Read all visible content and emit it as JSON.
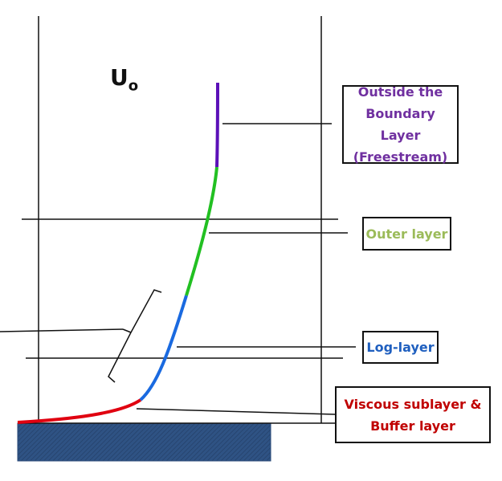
{
  "freestream_label": {
    "symbol": "U",
    "subscript": "o"
  },
  "labels": [
    {
      "key": "freestream",
      "lines": [
        "Outside the",
        "Boundary Layer",
        "(Freestream)"
      ],
      "color": "#7030a0"
    },
    {
      "key": "outer",
      "lines": [
        "Outer layer"
      ],
      "color": "#9bbb59"
    },
    {
      "key": "log",
      "lines": [
        "Log-layer"
      ],
      "color": "#1f5fbf"
    },
    {
      "key": "viscous",
      "lines": [
        "Viscous sublayer &",
        "Buffer layer"
      ],
      "color": "#c00000"
    }
  ],
  "curve_colors": {
    "freestream": "#5b10b8",
    "outer": "#22c022",
    "log": "#1a6ae0",
    "viscous": "#e00010"
  },
  "wall_color": "#2f5384"
}
